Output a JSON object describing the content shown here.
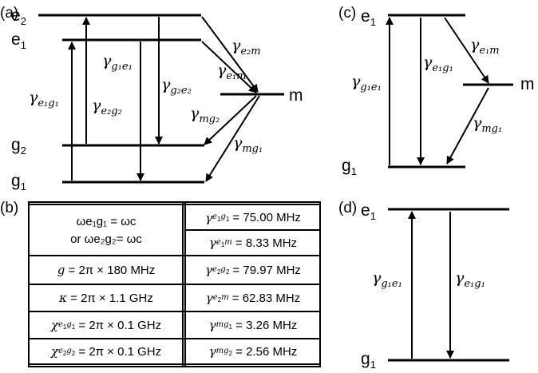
{
  "panels": {
    "a": "(a)",
    "b": "(b)",
    "c": "(c)",
    "d": "(d)"
  },
  "levels": {
    "e1": "e",
    "e2": "e",
    "g1": "g",
    "g2": "g",
    "m": "m",
    "sub1": "1",
    "sub2": "2"
  },
  "rate_symbol": "γ",
  "rate_subscripts": {
    "e1g1": "e₁g₁",
    "e2g2": "e₂g₂",
    "g1e1": "g₁e₁",
    "g2e2": "g₂e₂",
    "e1m": "e₁m",
    "e2m": "e₂m",
    "mg1": "mg₁",
    "mg2": "mg₂"
  },
  "table": {
    "left": {
      "row1_line1": "ωe₁g₁ = ωc",
      "row1_or": "or",
      "row1_line2": "ωe₂g₂= ωc",
      "g_value": "2π × 180",
      "g_unit": "MHz",
      "kappa_value": "2π × 1.1",
      "kappa_unit": "GHz",
      "chi1_value": "2π × 0.1",
      "chi1_unit": "GHz",
      "chi2_value": "2π × 0.1",
      "chi2_unit": "GHz"
    },
    "right": {
      "gamma_e1g1": "75.00 MHz",
      "gamma_e1m": "8.33 MHz",
      "gamma_e2g2": "79.97 MHz",
      "gamma_e2m": "62.83 MHz",
      "gamma_mg1": "3.26 MHz",
      "gamma_mg2": "2.56 MHz"
    }
  }
}
